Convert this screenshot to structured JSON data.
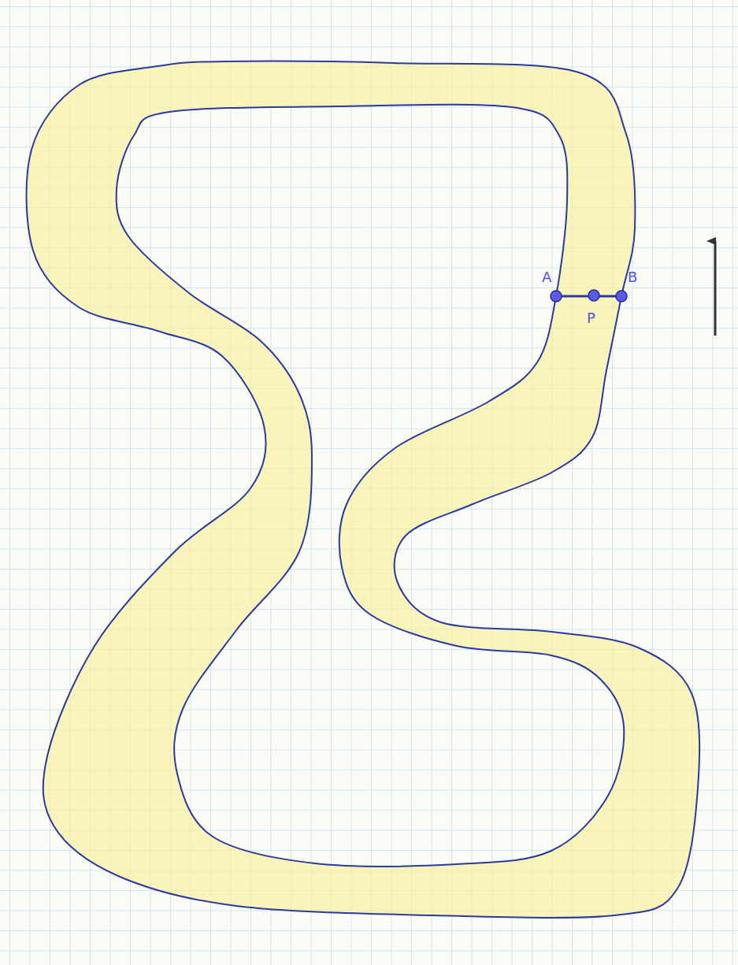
{
  "diagram": {
    "labels": [
      "A",
      "P",
      "B"
    ]
  }
}
